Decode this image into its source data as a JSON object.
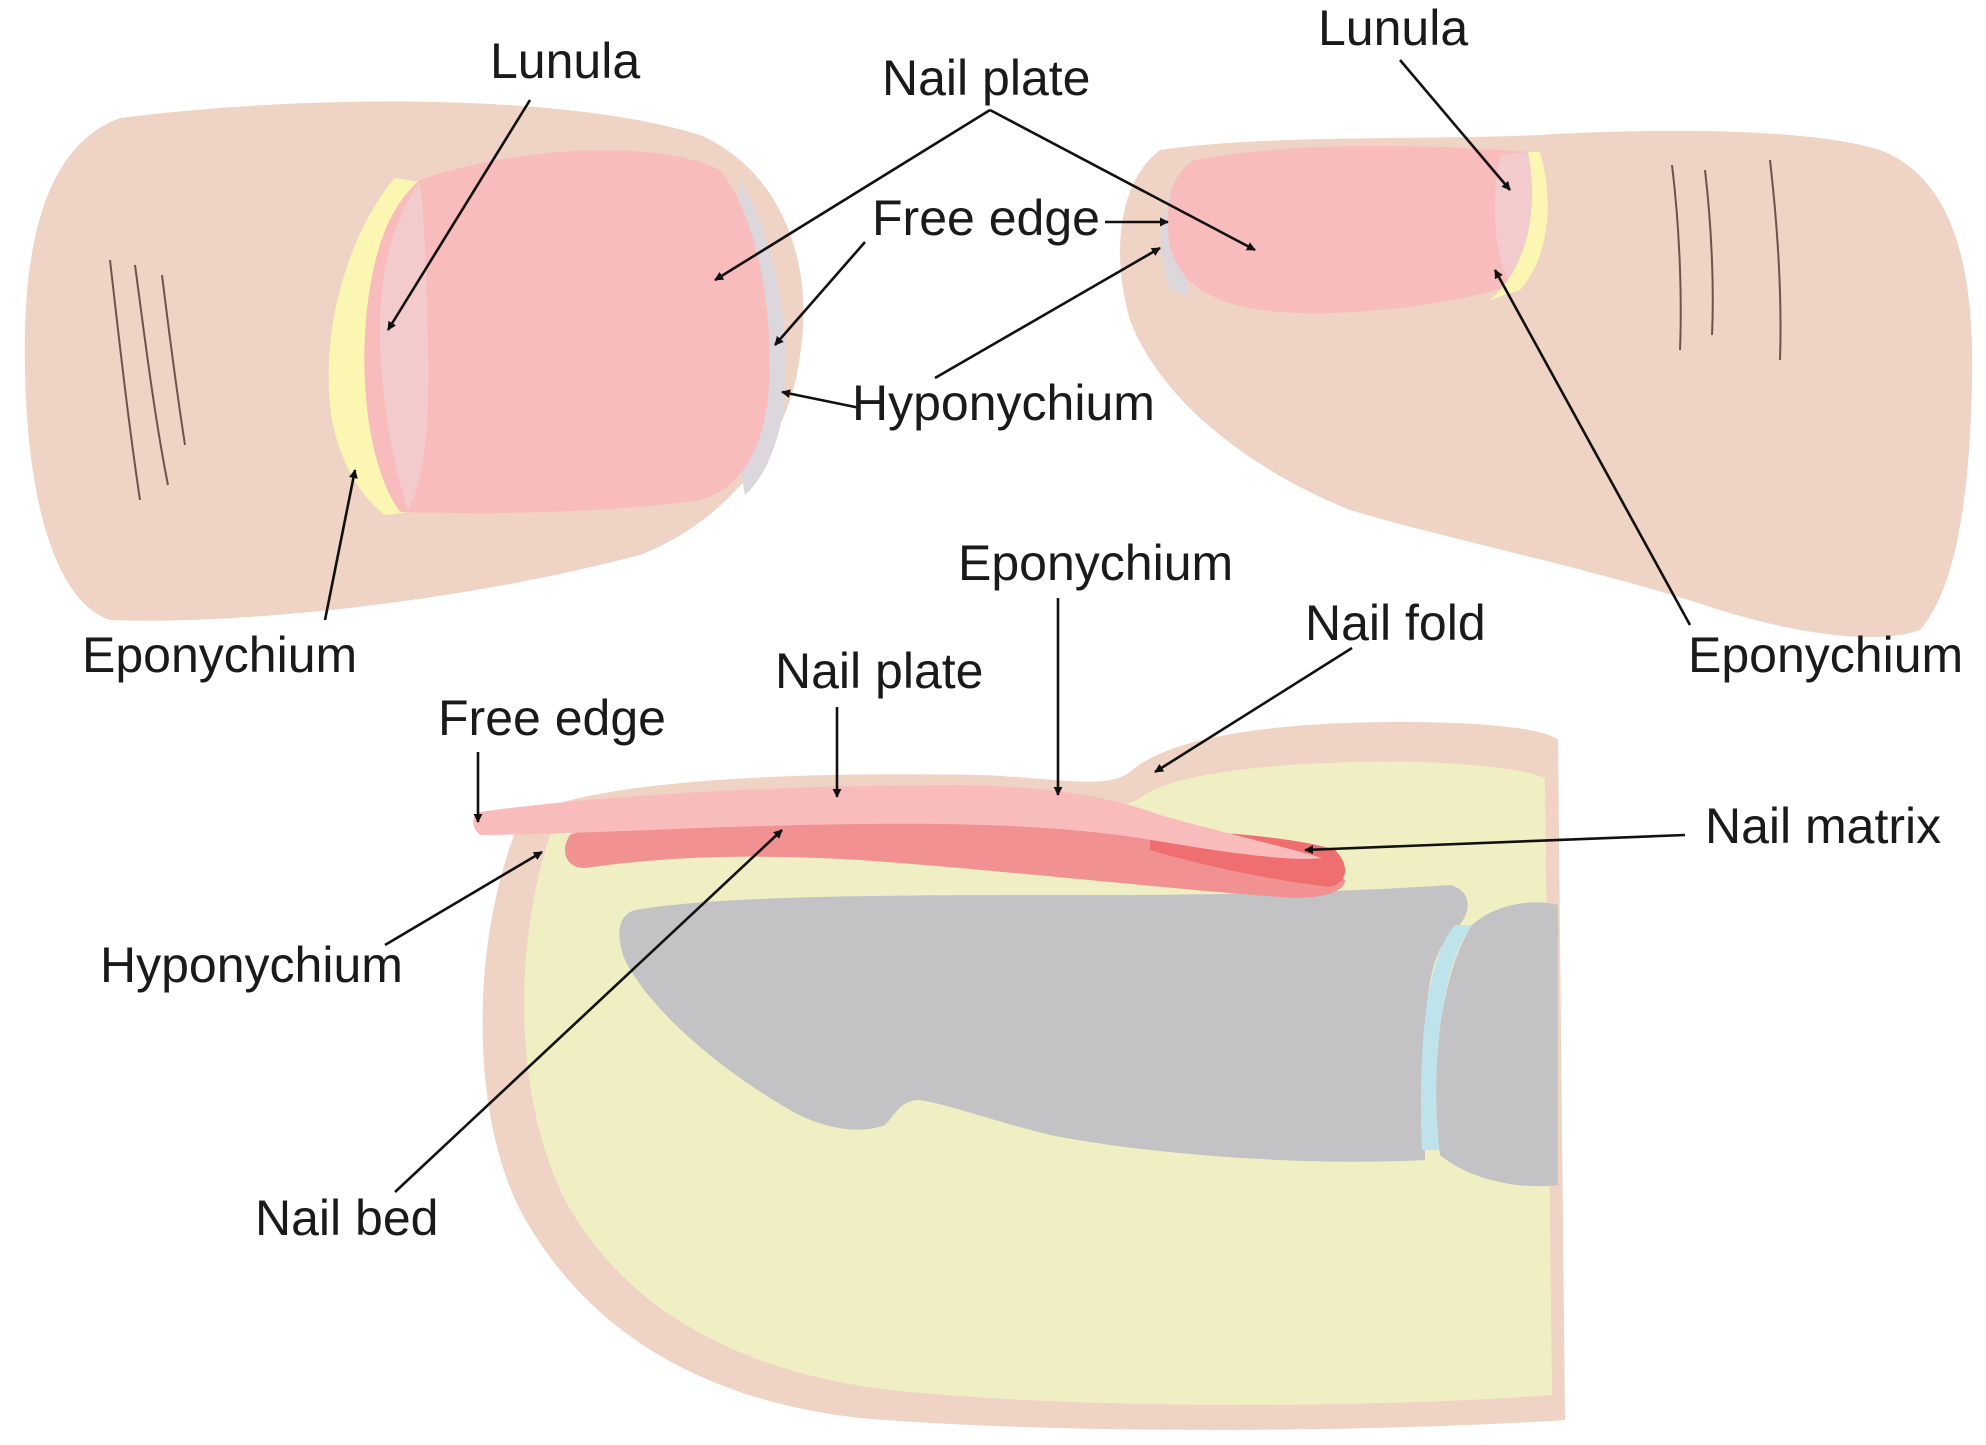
{
  "colors": {
    "skin": "#efd3c5",
    "nail": "#f8bcbd",
    "lunula": "#f3cccd",
    "eponychium_band": "#fbf7b2",
    "free_edge": "#dcd7dc",
    "tissue": "#f0efc3",
    "bone": "#c3c3c5",
    "nail_bed": "#f29191",
    "matrix": "#ef6e70",
    "joint": "#bfe3ea",
    "crease": "#6b5350"
  },
  "labels": {
    "top_left": {
      "lunula": "Lunula",
      "eponychium": "Eponychium"
    },
    "top_shared": {
      "nail_plate": "Nail plate",
      "free_edge": "Free edge",
      "hyponychium": "Hyponychium"
    },
    "top_right": {
      "lunula": "Lunula",
      "eponychium": "Eponychium"
    },
    "cross_section": {
      "eponychium": "Eponychium",
      "nail_fold": "Nail fold",
      "nail_plate": "Nail plate",
      "free_edge": "Free edge",
      "nail_matrix": "Nail matrix",
      "hyponychium": "Hyponychium",
      "nail_bed": "Nail bed"
    }
  }
}
